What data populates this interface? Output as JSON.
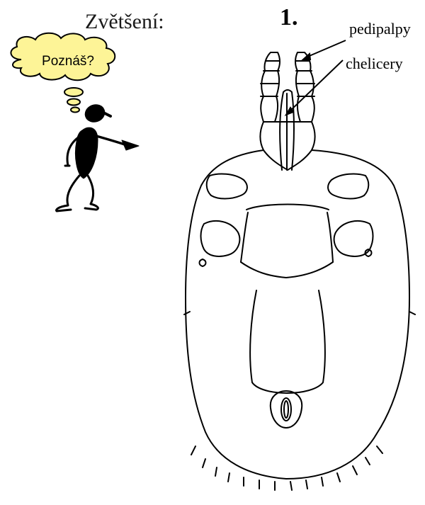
{
  "header": {
    "zoom_label": "Zvětšení:",
    "specimen_number": "1."
  },
  "callouts": {
    "pedipalps": "pedipalpy",
    "chelicerae": "chelicery"
  },
  "thought_bubble": {
    "text": "Poznáš?",
    "fill_color": "#fdf497",
    "stroke_color": "#000000"
  },
  "figure": {
    "icon": "pointing-stick-figure-icon",
    "color": "#000000"
  },
  "specimen": {
    "icon": "mite-ventral-view-drawing"
  }
}
